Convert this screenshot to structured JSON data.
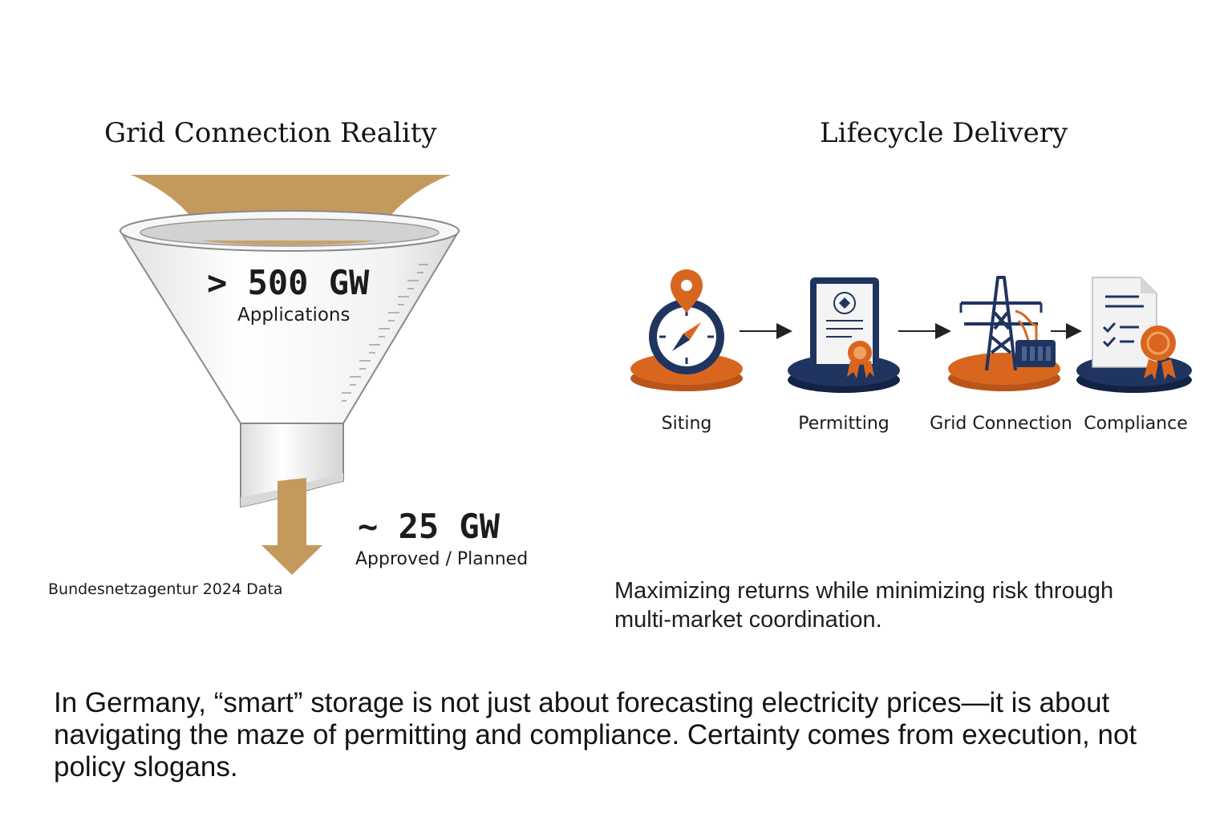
{
  "left_panel": {
    "title": "Grid Connection Reality",
    "applications_value": "> 500 GW",
    "applications_label": "Applications",
    "approved_value": "~ 25 GW",
    "approved_label": "Approved / Planned",
    "source_note": "Bundesnetzagentur 2024 Data",
    "colors": {
      "flow": "#c49a5c",
      "funnel": "#f4f4f4",
      "outline": "#8a8a8a"
    }
  },
  "right_panel": {
    "title": "Lifecycle Delivery",
    "steps": [
      {
        "label": "Siting",
        "icon": "compass-pin-icon",
        "base_color": "#d9661e"
      },
      {
        "label": "Permitting",
        "icon": "certificate-icon",
        "base_color": "#1f3560"
      },
      {
        "label": "Grid Connection",
        "icon": "transmission-tower-icon",
        "base_color": "#d9661e"
      },
      {
        "label": "Compliance",
        "icon": "checklist-document-icon",
        "base_color": "#1f3560"
      }
    ],
    "tagline": "Maximizing returns while minimizing risk through multi-market coordination."
  },
  "conclusion": "In Germany, “smart” storage is not just about forecasting electricity prices—it is about navigating the maze of permitting and compliance. Certainty comes from execution, not policy slogans.",
  "colors": {
    "orange": "#d9661e",
    "navy": "#1f3560",
    "gold": "#c49a5c"
  }
}
